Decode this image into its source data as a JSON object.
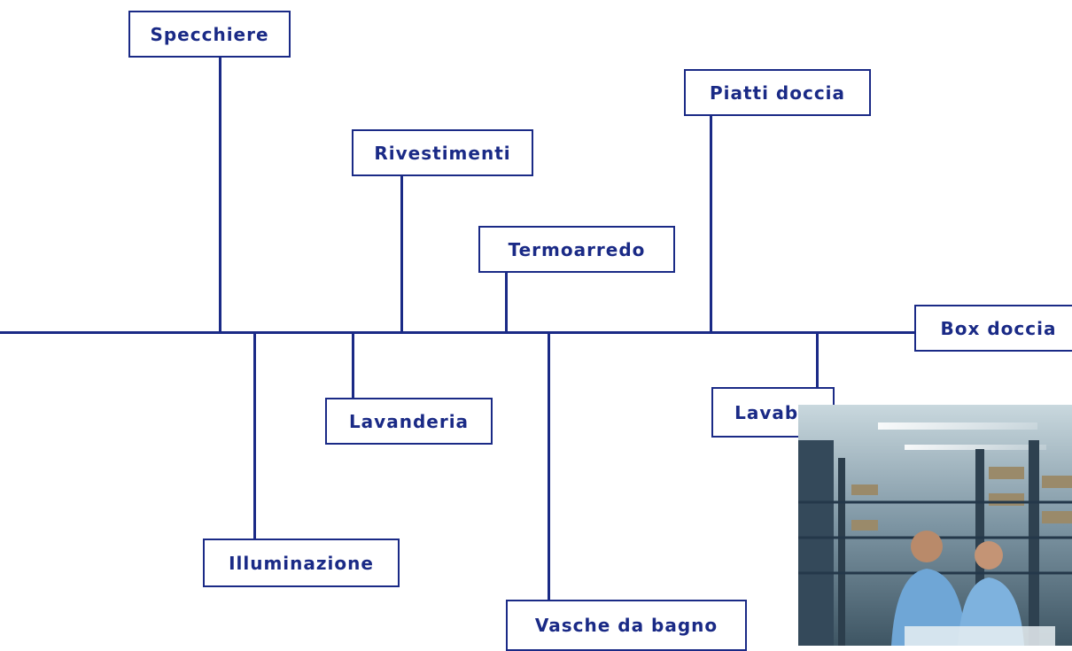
{
  "diagram": {
    "labels": {
      "specchiere": "Specchiere",
      "rivestimenti": "Rivestimenti",
      "termoarredo": "Termoarredo",
      "piatti_doccia": "Piatti doccia",
      "box_doccia": "Box doccia",
      "lavanderia": "Lavanderia",
      "lavabo": "Lavabo",
      "illuminazione": "Illuminazione",
      "vasche_da_bagno": "Vasche da bagno"
    }
  },
  "colors": {
    "line": "#1a2a86",
    "text": "#1a2a86",
    "background": "#ffffff"
  },
  "photo": {
    "subject": "warehouse-workers-photo"
  }
}
